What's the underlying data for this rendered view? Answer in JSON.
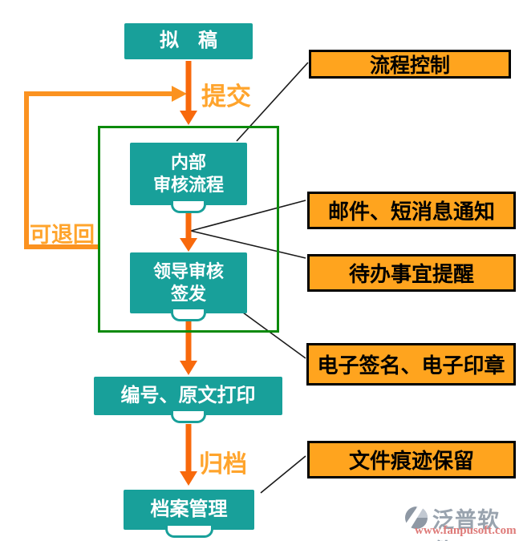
{
  "nodes": {
    "draft": "拟　稿",
    "internal_review": "内部\n审核流程",
    "leader_sign": "领导审核\n签发",
    "numbering_print": "编号、原文打印",
    "archive_management": "档案管理"
  },
  "edge_labels": {
    "submit": "提交",
    "returnable": "可退回",
    "archive": "归档"
  },
  "callouts": [
    {
      "id": "process-control",
      "label": "流程控制"
    },
    {
      "id": "mail-sms-notify",
      "label": "邮件、短消息通知"
    },
    {
      "id": "todo-reminder",
      "label": "待办事宜提醒"
    },
    {
      "id": "esignature-eseal",
      "label": "电子签名、电子印章"
    },
    {
      "id": "file-trace-retention",
      "label": "文件痕迹保留"
    }
  ],
  "watermark": {
    "brand": "泛普软件",
    "url": "www.fanpusoft.com"
  },
  "colors": {
    "node_teal": "#18A09A",
    "callout_orange": "#FFA41E",
    "arrow_orange_red": "#F8690C",
    "loop_orange": "#FB9220",
    "label_orange": "#FFA42C",
    "green_frame": "#0B8A0B",
    "connector_black": "#1A1A1A",
    "watermark_gray": "#99A3AE",
    "watermark_red": "#DE7A78"
  }
}
